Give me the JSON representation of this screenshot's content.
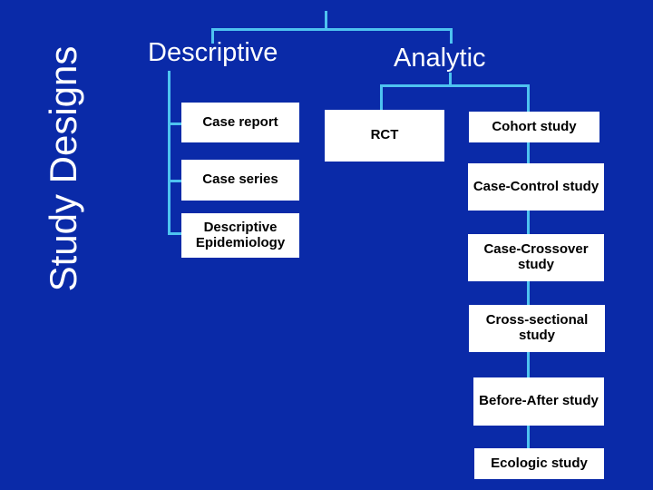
{
  "slide": {
    "background_color": "#0a2aa8",
    "connector_color": "#4ec3f0",
    "node_fill_color": "#ffffff",
    "node_text_color": "#000000",
    "heading_text_color": "#ffffff",
    "side_title": "Study Designs"
  },
  "headings": {
    "descriptive": "Descriptive",
    "analytic": "Analytic"
  },
  "branches": {
    "descriptive": {
      "label": "Descriptive",
      "nodes": [
        {
          "label": "Case report"
        },
        {
          "label": "Case series"
        },
        {
          "label": "Descriptive Epidemiology"
        }
      ]
    },
    "analytic": {
      "label": "Analytic",
      "experimental": [
        {
          "label": "RCT"
        }
      ],
      "observational": [
        {
          "label": "Cohort study"
        },
        {
          "label": "Case-Control study"
        },
        {
          "label": "Case-Crossover study"
        },
        {
          "label": "Cross-sectional study"
        },
        {
          "label": "Before-After study"
        },
        {
          "label": "Ecologic study"
        }
      ]
    }
  }
}
